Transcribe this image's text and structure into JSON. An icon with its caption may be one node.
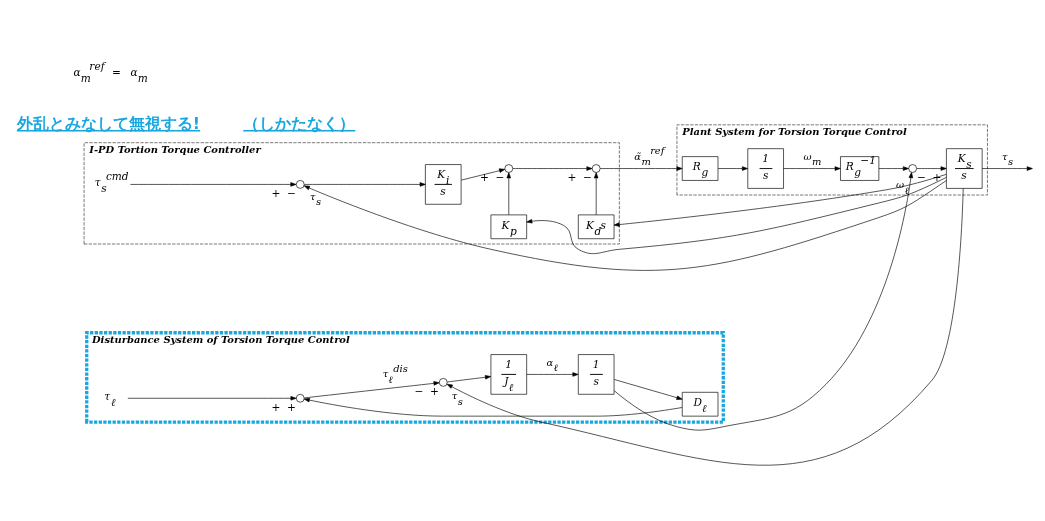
{
  "diagram": {
    "nodes": [
      {
        "text": [
          "I-PD Tortion Torque Controller"
        ]
      },
      {
        "text": [
          "τ$_{s}$$^{cmd}$"
        ],
        "in": 0
      },
      {
        "text": [],
        "shape": "circle",
        "in": 0,
        "beside": [
          "+",
          "−"
        ]
      },
      {
        "text": [
          "K$_{i}$",
          "s"
        ],
        "in": 0
      },
      {
        "text": [],
        "shape": "circle",
        "in": 0,
        "beside": [
          "+",
          "−"
        ]
      },
      {
        "text": [],
        "shape": "circle",
        "in": 0,
        "beside": [
          "+",
          "−"
        ]
      },
      {
        "text": [
          "K$_{p}$"
        ],
        "in": 0
      },
      {
        "text": [
          "K$_{d}$s"
        ],
        "in": 0
      },
      {
        "text": [
          "Plant System for Torsion Torque Control"
        ]
      },
      {
        "text": [
          "R$_{g}$"
        ],
        "in": 8
      },
      {
        "text": [
          "1",
          "s"
        ],
        "in": 8
      },
      {
        "text": [
          "R$_{g}$$^{−1}$"
        ],
        "in": 8
      },
      {
        "text": [],
        "shape": "circle",
        "in": 8,
        "beside": [
          "−",
          "+"
        ]
      },
      {
        "text": [
          "K$_{s}$",
          "s"
        ],
        "in": 8
      },
      {
        "text": [
          "Disturbance System of Torsion Torque Control"
        ]
      },
      {
        "text": [
          "τ$_{ℓ}$"
        ],
        "in": 14
      },
      {
        "text": [
          "D$_{ℓ}$"
        ],
        "in": 14
      },
      {
        "text": [],
        "shape": "circle",
        "in": 14,
        "beside": [
          "+",
          "+"
        ]
      },
      {
        "text": [],
        "shape": "circle",
        "in": 14,
        "beside": [
          "−",
          "+"
        ]
      },
      {
        "text": [
          "1",
          "J$_{ℓ}$"
        ],
        "in": 14
      },
      {
        "text": [
          "1",
          "s"
        ],
        "in": 14
      }
    ],
    "edges": [
      {
        "from": 1,
        "to": 2,
        "arrow": "to"
      },
      {
        "from": 2,
        "to": 3,
        "arrow": "to"
      },
      {
        "from": 3,
        "to": 4,
        "arrow": "to"
      },
      {
        "from": 4,
        "to": 5,
        "arrow": "to"
      },
      {
        "from": 5,
        "to": 9,
        "arrow": "to",
        "label": "α̃$_{m}$$^{ref}$"
      },
      {
        "from": 9,
        "to": 10,
        "arrow": "to"
      },
      {
        "from": 10,
        "to": 11,
        "arrow": "to",
        "label": "ω$_{m}$"
      },
      {
        "from": 11,
        "to": 12,
        "arrow": "to"
      },
      {
        "from": 12,
        "to": 13,
        "arrow": "to"
      },
      {
        "from": 13,
        "to": 2,
        "arrow": "to",
        "label": "τ$_{s}$"
      },
      {
        "from": 13,
        "to": 6,
        "arrow": "to"
      },
      {
        "from": 13,
        "to": 7,
        "arrow": "to"
      },
      {
        "from": 13,
        "to": 18,
        "arrow": "to",
        "label": "τ$_{s}$"
      },
      {
        "from": 13,
        "to": null,
        "arrow": "to",
        "label": "τ$_{s}$"
      },
      {
        "from": 6,
        "to": 4,
        "arrow": "to"
      },
      {
        "from": 7,
        "to": 5,
        "arrow": "to"
      },
      {
        "from": 15,
        "to": 17,
        "arrow": "to"
      },
      {
        "from": 16,
        "to": 17,
        "arrow": "to"
      },
      {
        "from": 17,
        "to": 18,
        "arrow": "to",
        "label": "τ$_{ℓ}$$^{dis}$"
      },
      {
        "from": 18,
        "to": 19,
        "arrow": "to"
      },
      {
        "from": 19,
        "to": 20,
        "arrow": "to",
        "label": "α$_{ℓ}$"
      },
      {
        "from": 20,
        "to": 16,
        "arrow": "to"
      },
      {
        "from": 20,
        "to": 12,
        "arrow": "to",
        "label": "ω$_{ℓ}$"
      }
    ],
    "labels": [
      "外乱とみなして無視する!",
      "（しかたなく）",
      "α$_{m}$$^{ref}$ = α$_{m}$"
    ]
  }
}
